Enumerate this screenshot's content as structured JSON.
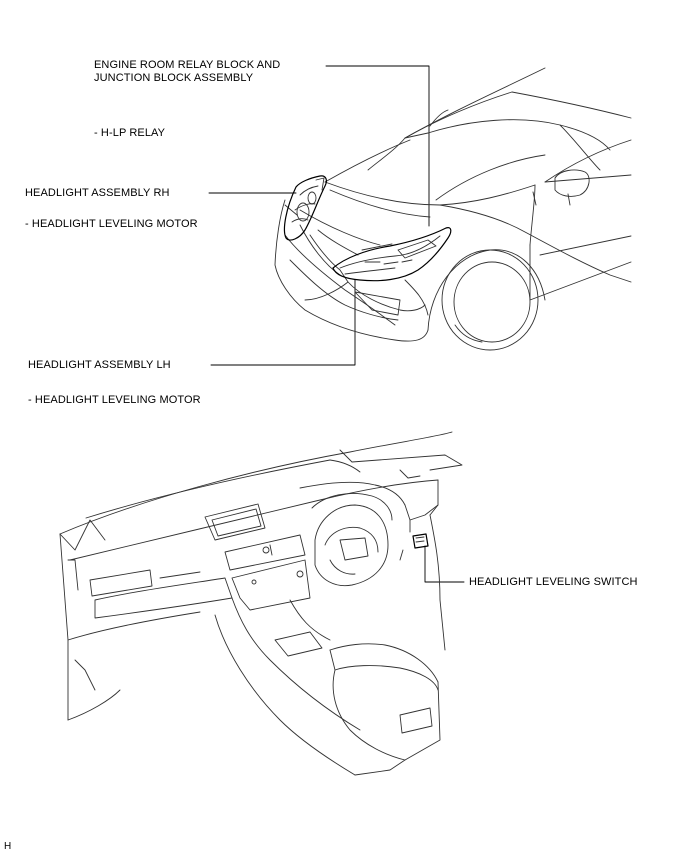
{
  "labels": {
    "engine_room_block": "ENGINE ROOM RELAY BLOCK AND\nJUNCTION BLOCK ASSEMBLY",
    "hlp_relay": "- H-LP RELAY",
    "headlight_rh": "HEADLIGHT ASSEMBLY RH",
    "leveling_motor_rh": "- HEADLIGHT LEVELING MOTOR",
    "headlight_lh": "HEADLIGHT ASSEMBLY LH",
    "leveling_motor_lh": "- HEADLIGHT LEVELING MOTOR",
    "leveling_switch": "HEADLIGHT LEVELING SWITCH"
  },
  "figure_code": "H"
}
